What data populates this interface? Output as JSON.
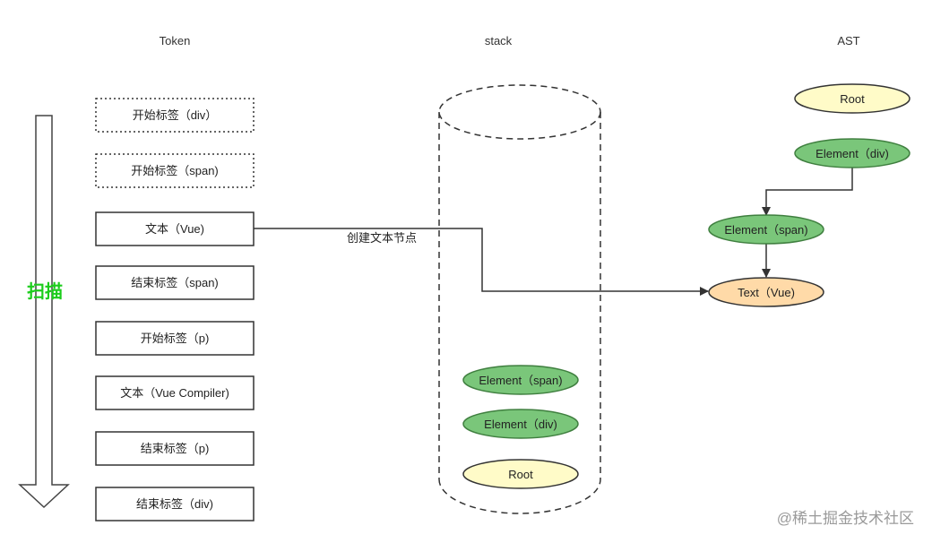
{
  "headers": {
    "token": "Token",
    "stack": "stack",
    "ast": "AST"
  },
  "scan_label": "扫描",
  "tokens": [
    {
      "label": "开始标签（div）",
      "style": "dotted"
    },
    {
      "label": "开始标签（span)",
      "style": "dotted"
    },
    {
      "label": "文本（Vue)",
      "style": "solid"
    },
    {
      "label": "结束标签（span)",
      "style": "solid"
    },
    {
      "label": "开始标签（p)",
      "style": "solid"
    },
    {
      "label": "文本（Vue Compiler)",
      "style": "solid"
    },
    {
      "label": "结束标签（p)",
      "style": "solid"
    },
    {
      "label": "结束标签（div)",
      "style": "solid"
    }
  ],
  "stack_items": [
    "Element（span)",
    "Element（div)",
    "Root"
  ],
  "ast_nodes": [
    "Root",
    "Element（div)",
    "Element（span)",
    "Text（Vue)"
  ],
  "edge_label": "创建文本节点",
  "watermark": "@稀土掘金技术社区",
  "colors": {
    "green_fill": "#7ac67a",
    "green_stroke": "#3f7f3f",
    "yellow_fill": "#fffbc8",
    "orange_fill": "#ffdaa8",
    "scan_text": "#1ccd1c"
  }
}
